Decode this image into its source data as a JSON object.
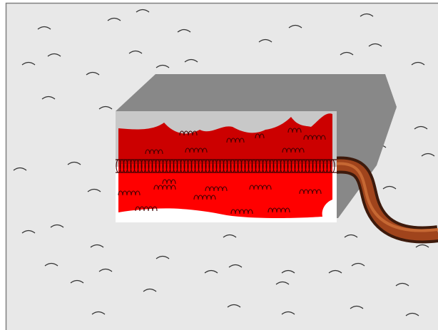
{
  "diagram": {
    "kind": "cross-section illustration",
    "colors": {
      "background": "#e8e8e8",
      "frame": "#808080",
      "block_top_side": "#888888",
      "cut_face_light": "#c8c8c8",
      "cut_face_white": "#ffffff",
      "upper_layer": "#cc0000",
      "lower_layer": "#ff0000",
      "squiggle": "#400000",
      "tube_outer": "#3d1a0c",
      "tube_inner": "#a0441c",
      "tube_highlight": "#d0723a",
      "speckle": "#333333"
    },
    "icons": [
      "speckle-mark",
      "squiggle-mark",
      "helix-band",
      "tube"
    ]
  }
}
